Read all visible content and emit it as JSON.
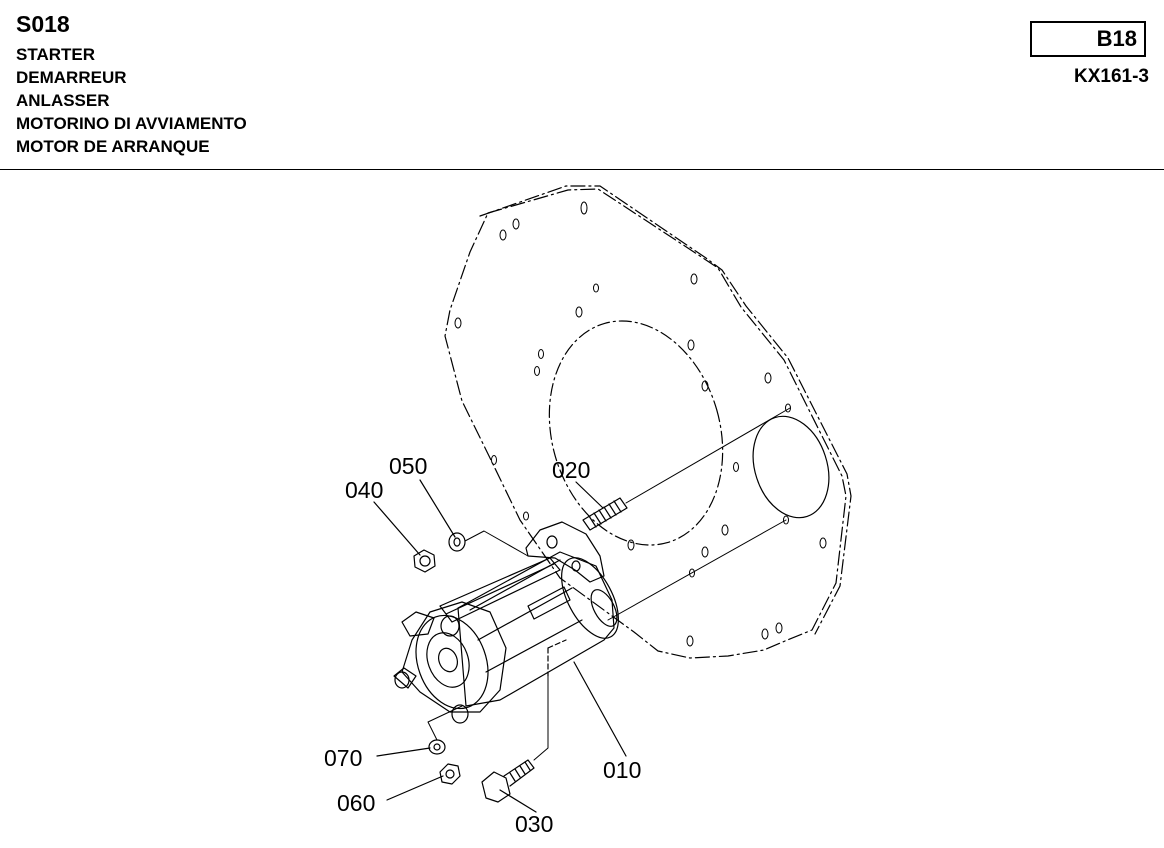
{
  "header": {
    "code": "S018",
    "titles": [
      "STARTER",
      "DEMARREUR",
      "ANLASSER",
      "MOTORINO DI AVVIAMENTO",
      "MOTOR DE ARRANQUE"
    ],
    "section": "B18",
    "model": "KX161-3"
  },
  "diagram": {
    "part_labels": [
      "050",
      "040",
      "020",
      "070",
      "060",
      "010",
      "030"
    ]
  }
}
